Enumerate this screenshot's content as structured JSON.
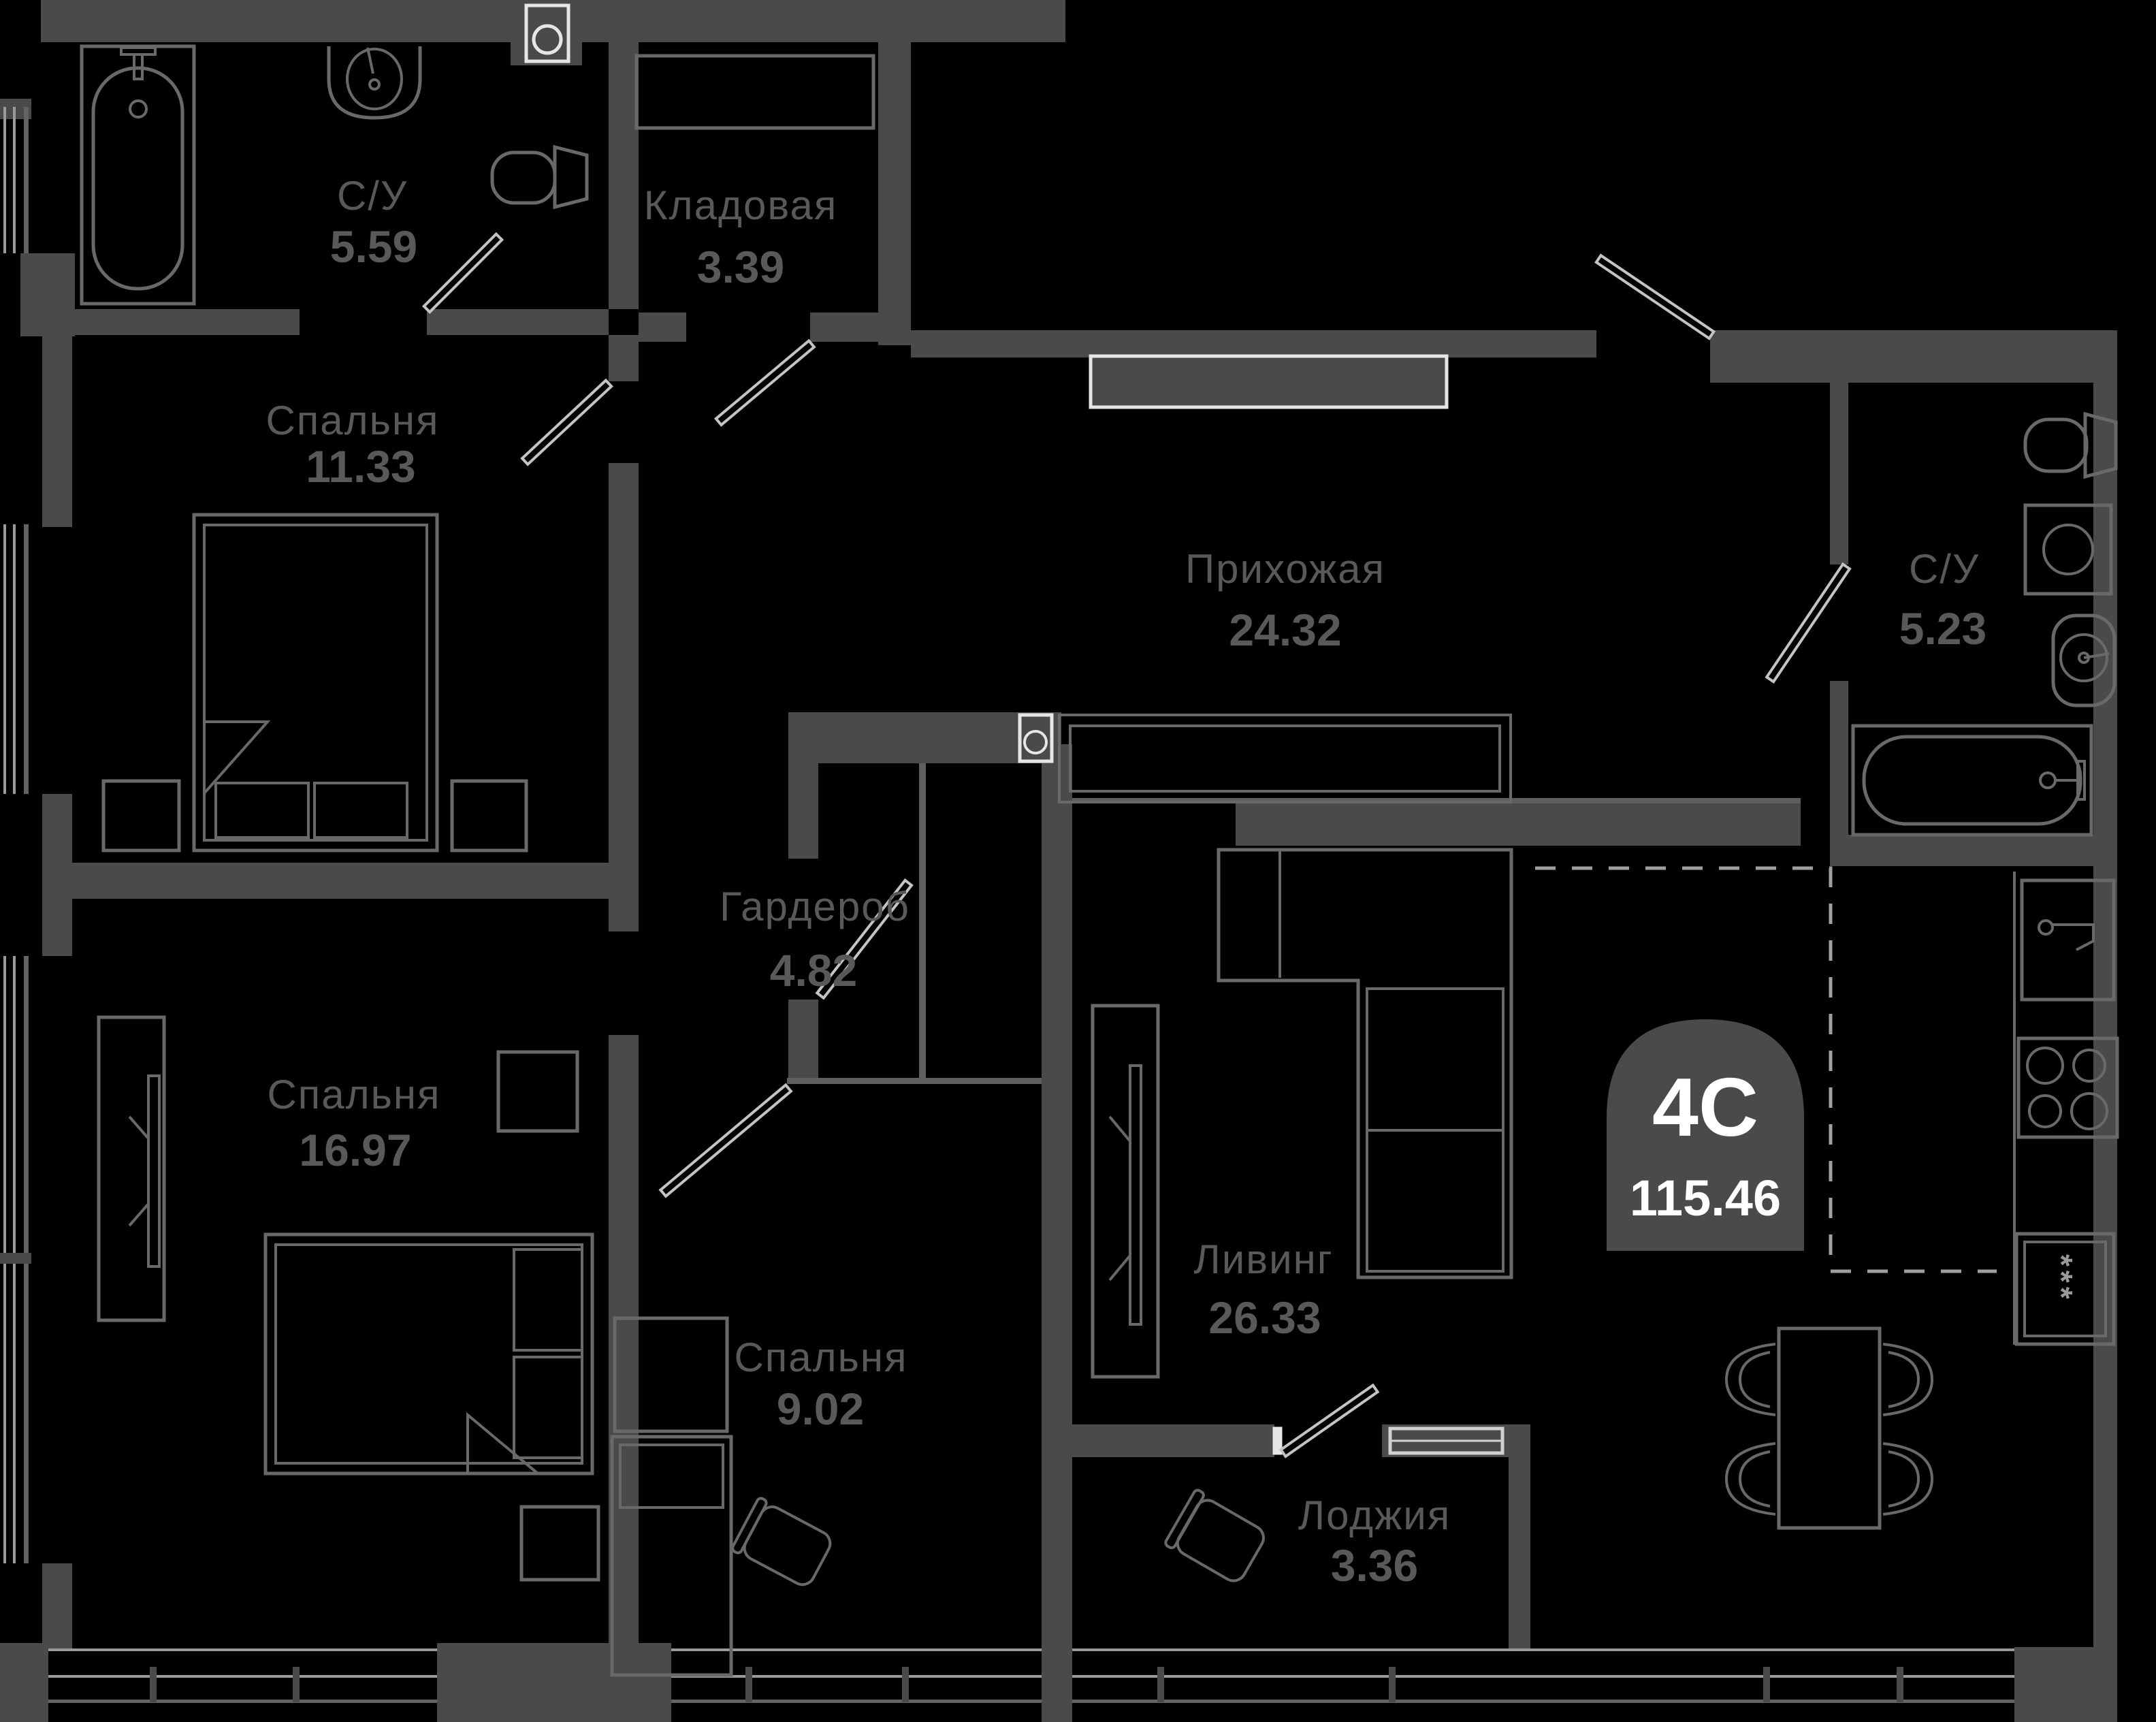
{
  "plan": {
    "type": "apartment-floor-plan",
    "units": "m2"
  },
  "badge": {
    "layout_label": "4С",
    "total_area": "115.46"
  },
  "rooms": [
    {
      "id": "bathroom-1",
      "name": "С/У",
      "area": "5.59"
    },
    {
      "id": "storage",
      "name": "Кладовая",
      "area": "3.39"
    },
    {
      "id": "bedroom-1",
      "name": "Спальня",
      "area": "11.33"
    },
    {
      "id": "hallway",
      "name": "Прихожая",
      "area": "24.32"
    },
    {
      "id": "bathroom-2",
      "name": "С/У",
      "area": "5.23"
    },
    {
      "id": "wardrobe",
      "name": "Гардероб",
      "area": "4.82"
    },
    {
      "id": "bedroom-2",
      "name": "Спальня",
      "area": "16.97"
    },
    {
      "id": "bedroom-3",
      "name": "Спальня",
      "area": "9.02"
    },
    {
      "id": "living",
      "name": "Ливинг",
      "area": "26.33"
    },
    {
      "id": "loggia",
      "name": "Лоджия",
      "area": "3.36"
    }
  ],
  "kitchen": {
    "fridge_symbol": "***"
  },
  "icons": [
    "bathtub-icon",
    "sink-icon",
    "toilet-icon",
    "washing-machine-icon",
    "shelf-icon",
    "closet-icon",
    "bed-icon",
    "nightstand-icon",
    "tv-stand-icon",
    "sofa-icon",
    "armchair-icon",
    "desk-icon",
    "chair-icon",
    "dining-table-icon",
    "kitchen-sink-icon",
    "stove-icon",
    "fridge-icon",
    "door-icon",
    "window-icon"
  ],
  "colors": {
    "background": "#000000",
    "walls": "#4a4a4a",
    "furniture_outline": "#696969",
    "label_text": "#595959",
    "door_outline": "#c4c4c4",
    "white_fixture": "#e6e6e6",
    "dashed_zone": "#a0a0a0",
    "badge_fill": "#4a4a4a",
    "badge_text": "#ffffff"
  }
}
